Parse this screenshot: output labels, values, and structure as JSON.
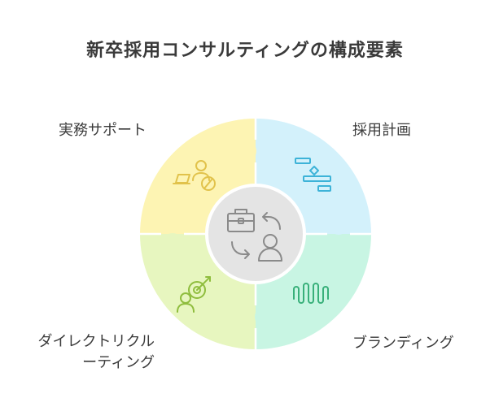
{
  "title": "新卒採用コンサルティングの構成要素",
  "pieces": {
    "top_left": {
      "label": "実務サポート",
      "color": "#fdf4b3",
      "icon": "user-laptop-icon",
      "icon_color": "#e1c24b"
    },
    "top_right": {
      "label": "採用計画",
      "color": "#d3f1fb",
      "icon": "gantt-chart-icon",
      "icon_color": "#3db3d8"
    },
    "bottom_right": {
      "label": "ブランディング",
      "color": "#c8f5e3",
      "icon": "waveform-icon",
      "icon_color": "#38b07a"
    },
    "bottom_left": {
      "label_line1": "ダイレクトリクル",
      "label_line2": "ーティング",
      "color": "#e7f6bf",
      "icon": "recruiter-target-icon",
      "icon_color": "#8fbd3e"
    }
  },
  "center": {
    "color": "#e4e4e4",
    "icons": [
      "briefcase-icon",
      "cycle-arrows-icon",
      "person-icon"
    ],
    "icon_color": "#8a8a8a"
  }
}
